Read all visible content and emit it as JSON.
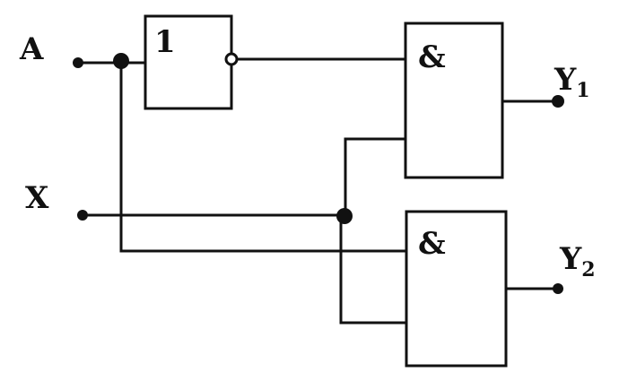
{
  "labels": {
    "input_a": "A",
    "input_x": "X",
    "output_y1_main": "Y",
    "output_y1_sub": "1",
    "output_y2_main": "Y",
    "output_y2_sub": "2"
  },
  "gates": {
    "not_gate_symbol": "1",
    "and_gate_1_symbol": "&",
    "and_gate_2_symbol": "&"
  },
  "colors": {
    "ink": "#111111",
    "background": "#ffffff"
  }
}
